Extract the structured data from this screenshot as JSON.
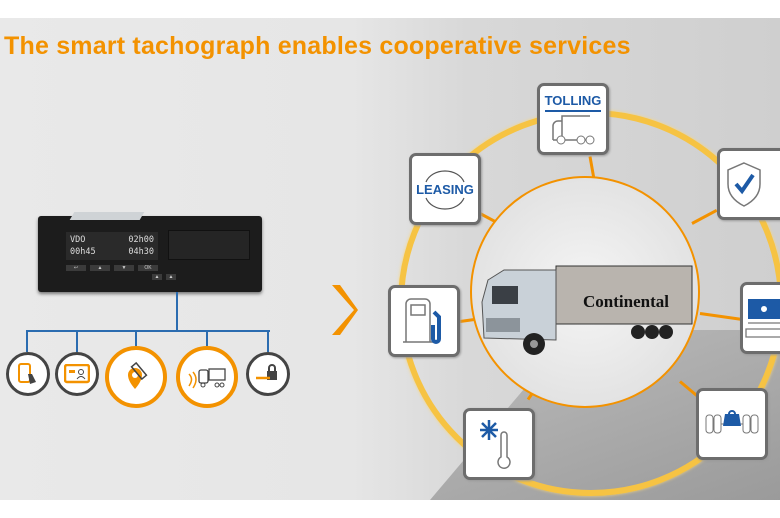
{
  "title": "The smart tachograph enables cooperative services",
  "tachograph": {
    "brand": "VDO",
    "row1_right": "02h00",
    "row2_left": "00h45",
    "row2_right": "04h30",
    "ok_label": "OK"
  },
  "device_icons": [
    "smartphone-touch-icon",
    "driver-card-icon",
    "satellite-location-icon",
    "remote-truck-communication-icon",
    "security-lock-icon"
  ],
  "services": {
    "tolling": "TOLLING",
    "leasing": "LEASING"
  },
  "truck_brand": "Continental",
  "colors": {
    "accent": "#f39200",
    "ring": "#f6c343",
    "blue": "#1d5aa6",
    "line": "#2b6cb0"
  }
}
